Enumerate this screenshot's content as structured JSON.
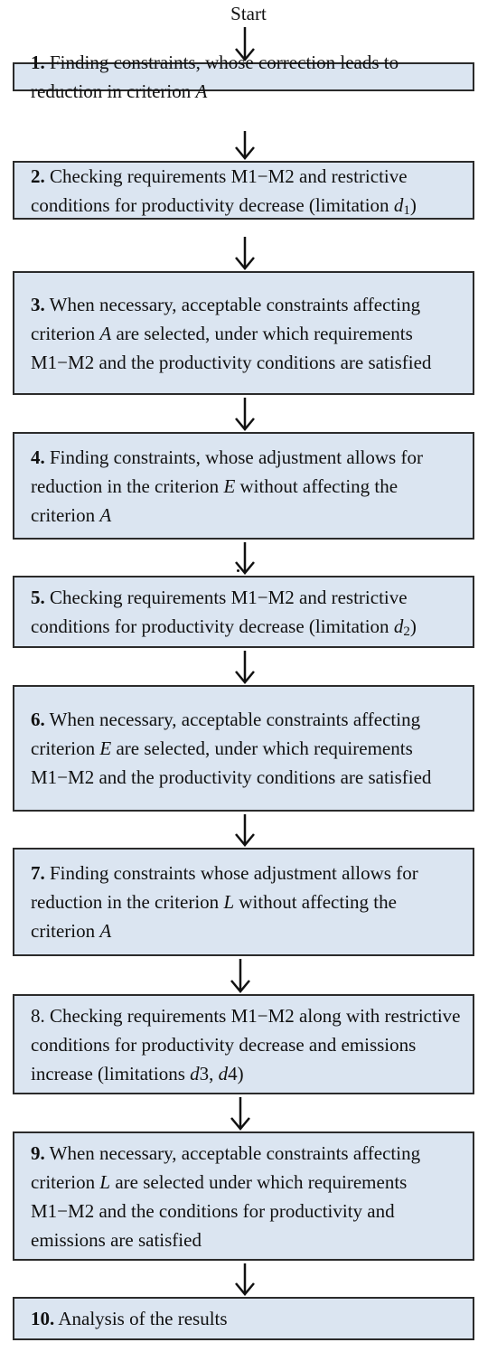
{
  "start_label": "Start",
  "box_fill": "#dbe5f1",
  "arrow_color": "#111111",
  "steps": [
    {
      "num": "1.",
      "segments": [
        {
          "t": " Finding constraints, whose correction leads to reduction in criterion "
        },
        {
          "t": "A",
          "s": "i"
        }
      ]
    },
    {
      "num": "2.",
      "segments": [
        {
          "t": " Checking requirements M1−M2 and restrictive conditions for productivity decrease (limitation "
        },
        {
          "t": "d",
          "s": "i"
        },
        {
          "t": "1",
          "s": "sub"
        },
        {
          "t": ")"
        }
      ]
    },
    {
      "num": "3.",
      "segments": [
        {
          "t": " When necessary, acceptable constraints affecting criterion "
        },
        {
          "t": "A",
          "s": "i"
        },
        {
          "t": " are selected, under which requirements M1−M2 and the productivity conditions are satisfied"
        }
      ]
    },
    {
      "num": "4.",
      "segments": [
        {
          "t": " Finding constraints, whose adjustment allows for reduction in the criterion "
        },
        {
          "t": "E",
          "s": "i"
        },
        {
          "t": " without affecting the criterion "
        },
        {
          "t": "A",
          "s": "i"
        }
      ]
    },
    {
      "num": "5.",
      "segments": [
        {
          "t": " Checking requirements M1−M2 and restrictive conditions for productivity decrease (limitation "
        },
        {
          "t": "d",
          "s": "i"
        },
        {
          "t": "2",
          "s": "sub"
        },
        {
          "t": ")"
        }
      ]
    },
    {
      "num": "6.",
      "segments": [
        {
          "t": " When necessary, acceptable constraints affecting criterion "
        },
        {
          "t": "E",
          "s": "i"
        },
        {
          "t": " are selected, under which requirements M1−M2 and the productivity conditions are satisfied"
        }
      ]
    },
    {
      "num": "7.",
      "segments": [
        {
          "t": "  Finding constraints whose adjustment allows for reduction in the criterion "
        },
        {
          "t": "L",
          "s": "i"
        },
        {
          "t": " without affecting the criterion "
        },
        {
          "t": "A",
          "s": "i"
        }
      ]
    },
    {
      "num": "8.",
      "num_bold": false,
      "segments": [
        {
          "t": " Checking requirements M1−M2 along with restrictive conditions for productivity decrease and emissions increase (limitations "
        },
        {
          "t": "d",
          "s": "i"
        },
        {
          "t": "3, "
        },
        {
          "t": "d",
          "s": "i"
        },
        {
          "t": "4)"
        }
      ]
    },
    {
      "num": "9.",
      "segments": [
        {
          "t": " When necessary, acceptable constraints affecting criterion "
        },
        {
          "t": "L",
          "s": "i"
        },
        {
          "t": " are selected under which requirements M1−M2 and the conditions for productivity and emissions are satisfied"
        }
      ]
    },
    {
      "num": "10.",
      "segments": [
        {
          "t": " Analysis of the results"
        }
      ]
    }
  ]
}
